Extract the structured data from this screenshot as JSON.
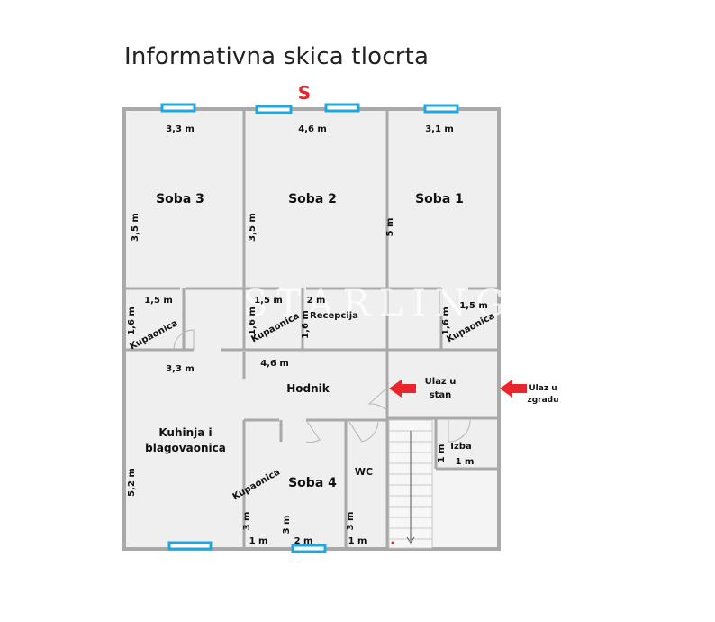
{
  "title": "Informativna skica tlocrta",
  "compass": "S",
  "rooms": {
    "soba3": "Soba 3",
    "soba2": "Soba 2",
    "soba1": "Soba 1",
    "hodnik": "Hodnik",
    "kuhinja_line1": "Kuhinja i",
    "kuhinja_line2": "blagovaonica",
    "soba4": "Soba 4",
    "wc": "WC",
    "izba": "Izba",
    "recepcija": "Recepcija",
    "ulaz_stan_line1": "Ulaz u",
    "ulaz_stan_line2": "stan",
    "ulaz_zgrada_line1": "Ulaz u",
    "ulaz_zgrada_line2": "zgradu",
    "kupaonica": "Kupaonica"
  },
  "dimensions": {
    "soba3_w": "3,3 m",
    "soba2_w": "4,6 m",
    "soba1_w": "3,1 m",
    "soba3_h": "3,5 m",
    "soba2_h": "3,5 m",
    "soba1_h": "5 m",
    "kup1_w": "1,5 m",
    "kup1_h": "1,6 m",
    "kup2_w": "1,5 m",
    "kup2_h": "1,6 m",
    "rec_w": "2 m",
    "rec_h": "1,6 m",
    "kup3_w": "1,5 m",
    "kup3_h": "1,6 m",
    "kuh_w": "3,3 m",
    "hod_w": "4,6 m",
    "kuh_h": "5,2 m",
    "izba_h": "1 m",
    "izba_w": "1 m",
    "a_h": "3 m",
    "a_w": "1 m",
    "s4_h": "3 m",
    "s4_w": "2 m",
    "wc_h": "3 m",
    "wc_w": "1 m"
  },
  "watermark": "STARLING",
  "colors": {
    "wall": "#a9a9a9",
    "floor": "#efefef",
    "window": "#1ea7e0",
    "arrow": "#e8262c",
    "compass": "#e8262c"
  }
}
